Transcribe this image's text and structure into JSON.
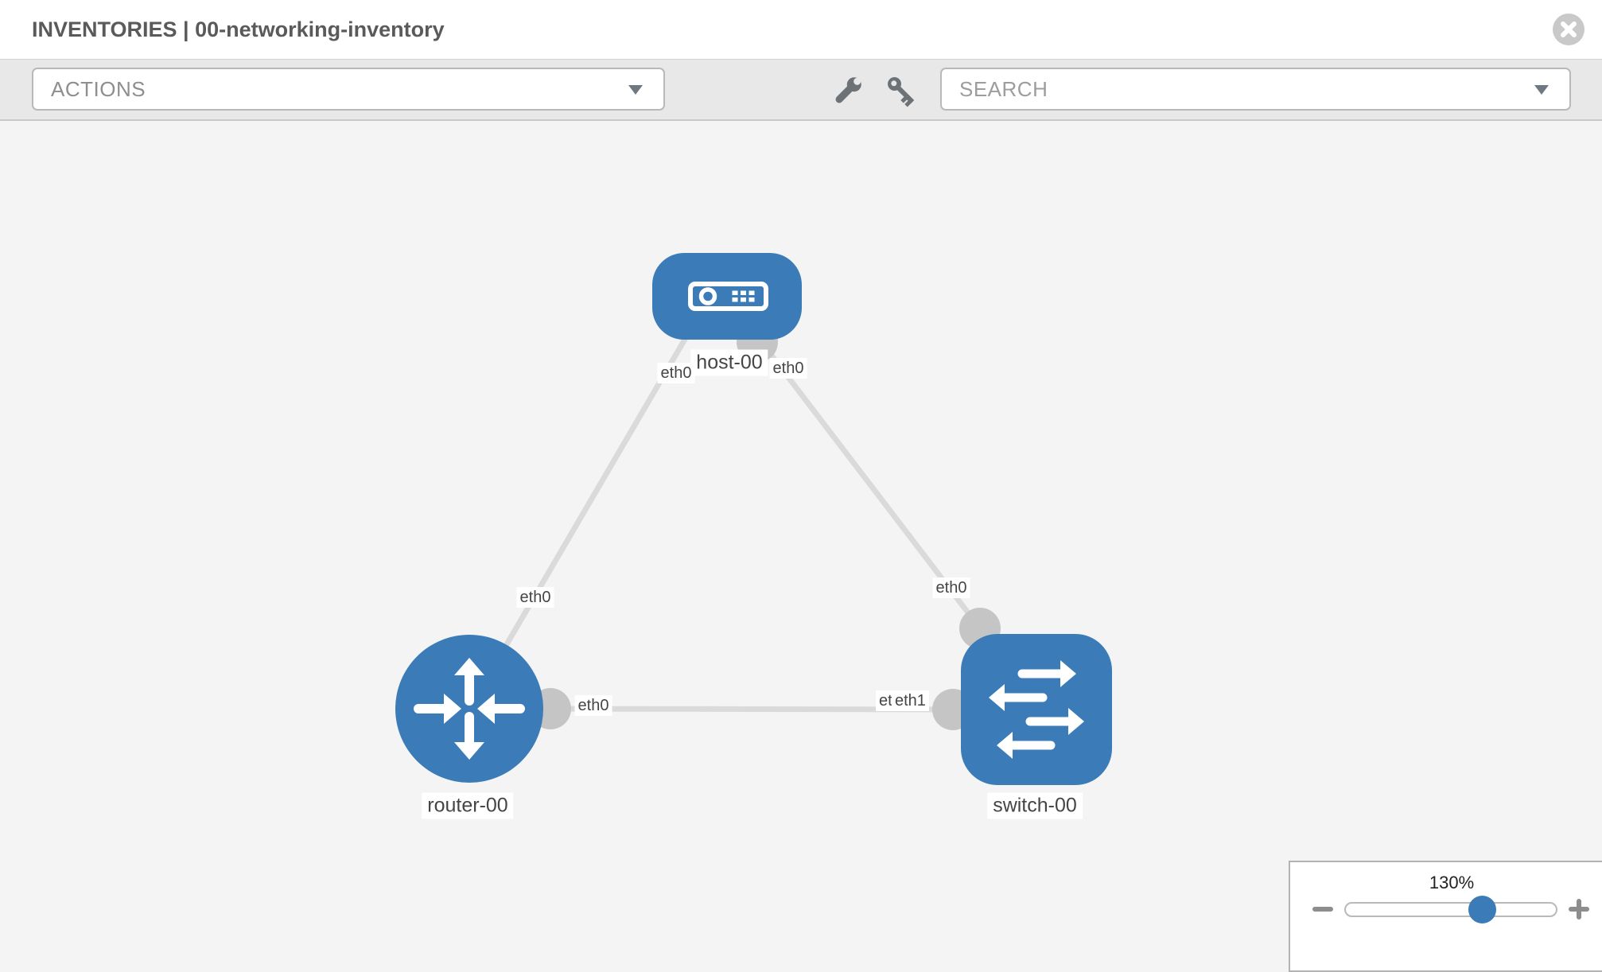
{
  "header": {
    "title": "INVENTORIES | 00-networking-inventory"
  },
  "toolbar": {
    "actions_label": "ACTIONS",
    "search_placeholder": "SEARCH"
  },
  "topology": {
    "nodes": [
      {
        "label": "host-00",
        "type": "host"
      },
      {
        "label": "router-00",
        "type": "router"
      },
      {
        "label": "switch-00",
        "type": "switch"
      }
    ],
    "links": [
      {
        "from": "host-00",
        "from_if": "eth0",
        "to": "router-00",
        "to_if": "eth0"
      },
      {
        "from": "host-00",
        "from_if": "eth0",
        "to": "switch-00",
        "to_if": "eth0"
      },
      {
        "from": "router-00",
        "from_if": "eth0",
        "to": "switch-00",
        "to_if": "eth1"
      }
    ],
    "if_labels": {
      "hr_host": "eth0",
      "hr_router": "eth0",
      "hs_host": "eth0",
      "hs_switch": "eth0",
      "rs_router": "eth0",
      "rs_switch_back": "eth0",
      "rs_switch_front": "eth1"
    }
  },
  "zoom_control": {
    "level": "130%"
  },
  "colors": {
    "node_blue": "#3b7cb8",
    "link_gray": "#dadada",
    "connector_gray": "#c5c5c5",
    "toolbar_gray": "#e8e8e8"
  }
}
